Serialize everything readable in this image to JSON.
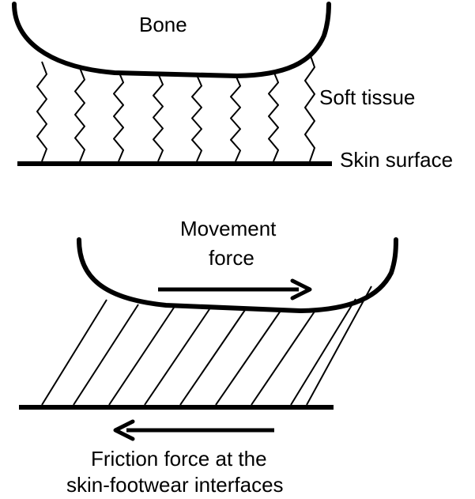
{
  "top_panel": {
    "bone_label": "Bone",
    "soft_tissue_label": "Soft tissue",
    "skin_surface_label": "Skin surface"
  },
  "bottom_panel": {
    "movement_label_line1": "Movement",
    "movement_label_line2": "force",
    "friction_label_line1": "Friction force at the",
    "friction_label_line2": "skin-footwear interfaces"
  },
  "colors": {
    "ink": "#000000",
    "background": "#ffffff"
  }
}
